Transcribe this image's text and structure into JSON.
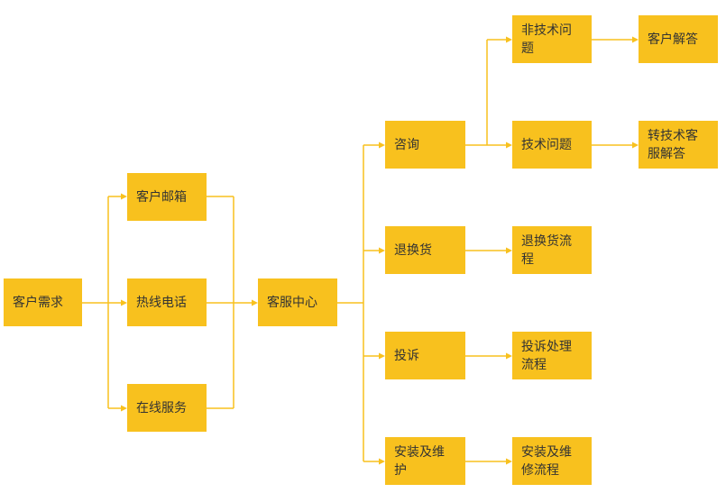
{
  "colors": {
    "node_fill": "#F8C11E",
    "connector": "#F8C11E",
    "text": "#333333"
  },
  "nodes": {
    "customer_needs": "客户需求",
    "email": "客户邮箱",
    "hotline": "热线电话",
    "online_service": "在线服务",
    "service_center": "客服中心",
    "consult": "咨询",
    "return_exchange": "退换货",
    "complaint": "投诉",
    "install_repair": "安装及维护",
    "non_tech_issue": "非技术问题",
    "tech_issue": "技术问题",
    "return_flow": "退换货流程",
    "complaint_flow": "投诉处理流程",
    "install_repair_flow": "安装及维修流程",
    "customer_answer": "客户解答",
    "tech_support_answer": "转技术客服解答"
  }
}
